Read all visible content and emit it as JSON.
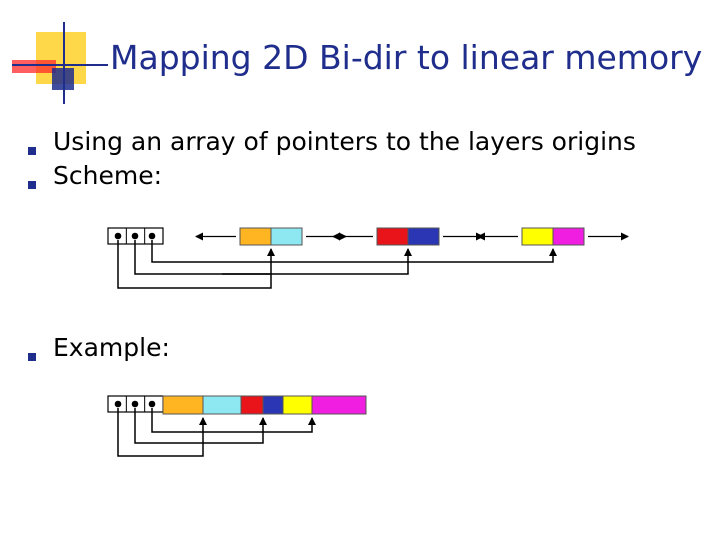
{
  "slide": {
    "title": "Mapping 2D Bi-dir to linear memory",
    "bullets": [
      "Using an array of pointers to the layers origins",
      "Scheme:",
      "Example:"
    ]
  },
  "colors": {
    "title": "#1f2d8c",
    "bullet": "#1f2d8c",
    "deco_yellow": "#ffd84a",
    "deco_red": "#ff2a2a",
    "deco_blue": "#1f2d8c",
    "orange": "#ffb521",
    "cyan": "#8ee8f2",
    "red": "#e8141a",
    "blue": "#2a36b4",
    "yellow": "#ffff00",
    "magenta": "#f01ee0"
  },
  "scheme": {
    "pointer_slots": 3,
    "layer_pairs": [
      {
        "left_color": "orange",
        "right_color": "cyan"
      },
      {
        "left_color": "red",
        "right_color": "blue"
      },
      {
        "left_color": "yellow",
        "right_color": "magenta"
      }
    ]
  },
  "example": {
    "pointer_slots": 3,
    "cells": [
      "orange",
      "cyan",
      "red",
      "blue",
      "yellow",
      "magenta"
    ]
  }
}
